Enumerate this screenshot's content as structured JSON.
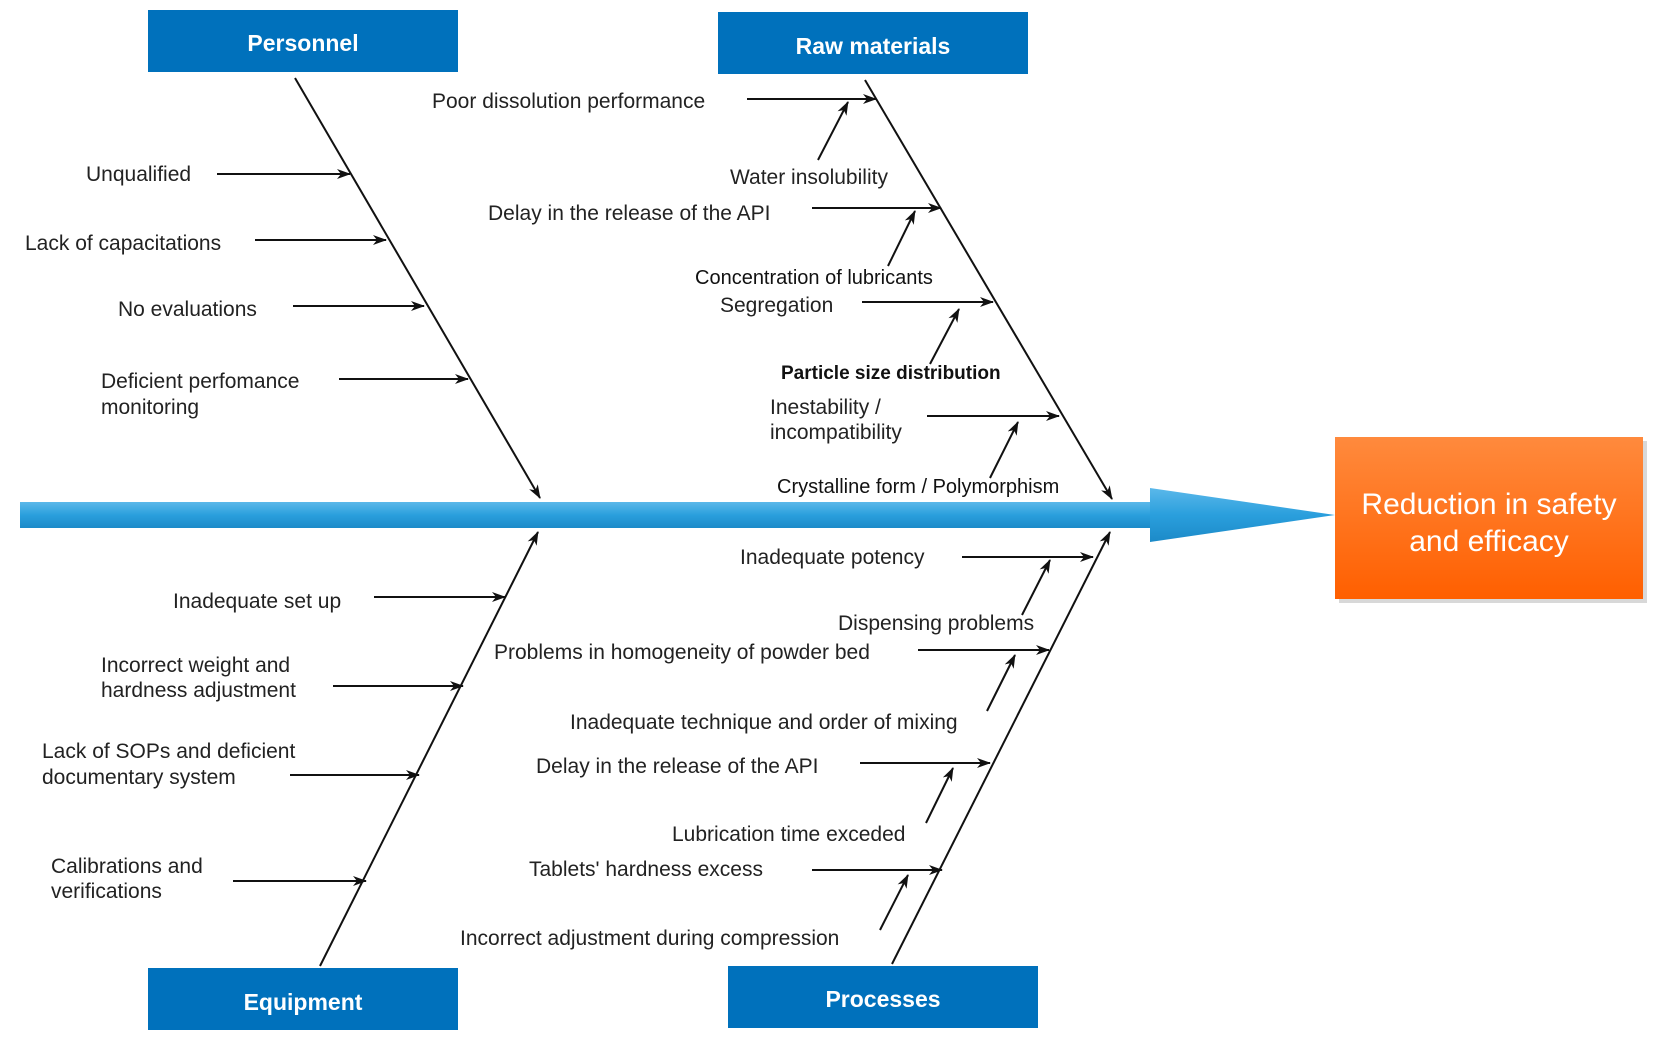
{
  "colors": {
    "category_box": "#0071BC",
    "spine": "#2A9FDD",
    "effect_box": "#FF6A10",
    "line": "#111111"
  },
  "effect": {
    "line1": "Reduction in safety",
    "line2": "and efficacy"
  },
  "categories": {
    "personnel": "Personnel",
    "raw_materials": "Raw materials",
    "equipment": "Equipment",
    "processes": "Processes"
  },
  "personnel": {
    "unqualified": "Unqualified",
    "lack_capacitations": "Lack of capacitations",
    "no_evaluations": "No evaluations",
    "deficient_1": "Deficient perfomance",
    "deficient_2": "monitoring"
  },
  "raw_materials": {
    "poor_dissolution": "Poor dissolution performance",
    "water_insolubility": "Water insolubility",
    "delay_api": "Delay in the release of the API",
    "lubricants": "Concentration of lubricants",
    "segregation": "Segregation",
    "particle_size": "Particle size distribution",
    "instability_1": "Inestability /",
    "instability_2": "incompatibility",
    "crystalline": "Crystalline form / Polymorphism"
  },
  "equipment": {
    "setup": "Inadequate set up",
    "weight_1": "Incorrect weight and",
    "weight_2": "hardness adjustment",
    "sops_1": "Lack of SOPs and deficient",
    "sops_2": "documentary system",
    "calib_1": "Calibrations and",
    "calib_2": "verifications"
  },
  "processes": {
    "potency": "Inadequate potency",
    "dispensing": "Dispensing problems",
    "homogeneity": "Problems in homogeneity of powder bed",
    "mixing": "Inadequate technique and order of mixing",
    "delay_api": "Delay in the release of the API",
    "lubrication": "Lubrication time exceded",
    "hardness": "Tablets' hardness excess",
    "compression": "Incorrect adjustment during compression"
  }
}
